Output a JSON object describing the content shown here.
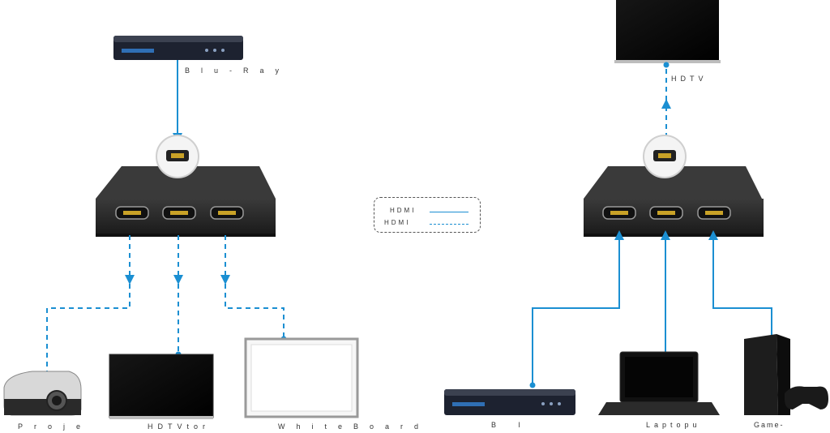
{
  "labels": {
    "bluray_top": "Blu-Ray",
    "hdtv_top": "HDTV",
    "projector": "Proje",
    "hdtv_out": "HDTVtor",
    "whiteboard": "WhiteBoard",
    "bluray_bottom": "B           l",
    "laptop": "Laptopu",
    "game": "Game-"
  },
  "legend": {
    "solid_label": "HDMI",
    "dashed_label": "HDMI"
  },
  "colors": {
    "link": "#1b8fd2",
    "device": "#2a2a2a",
    "port_ring": "#d9d9d9"
  }
}
